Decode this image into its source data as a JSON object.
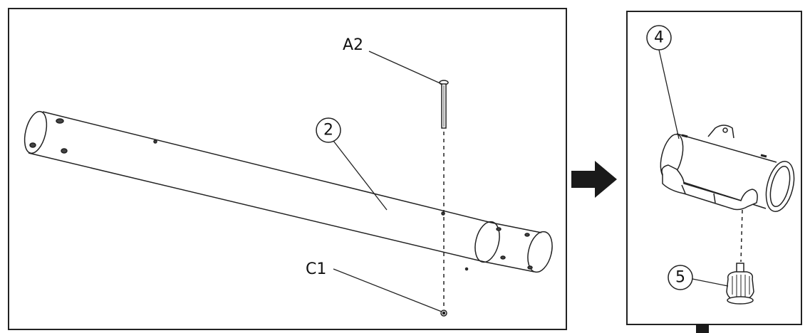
{
  "labels": {
    "a2": "A2",
    "c1": "C1",
    "part2": "2",
    "part4": "4",
    "part5": "5"
  },
  "colors": {
    "line": "#222222",
    "arrow": "#1a1a1a",
    "background": "#ffffff"
  },
  "icons": [
    "right-arrow-icon",
    "down-arrow-icon"
  ]
}
